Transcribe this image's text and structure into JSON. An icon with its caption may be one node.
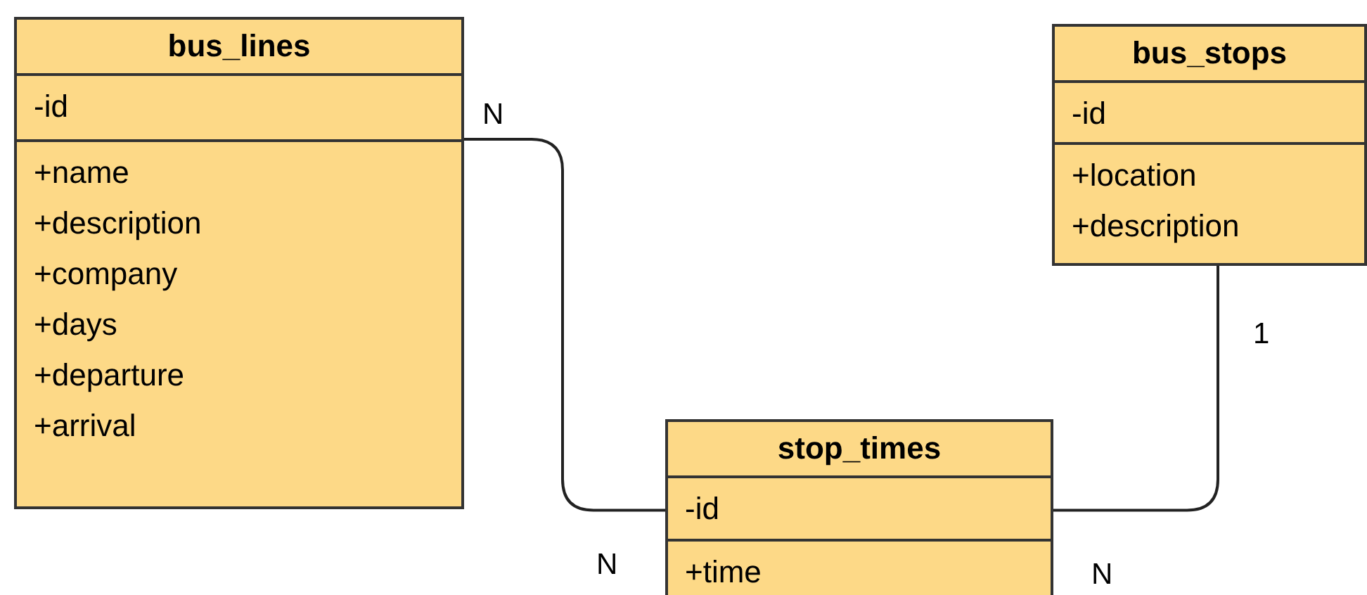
{
  "diagram": {
    "nodes": [
      {
        "text": [
          "bus_lines",
          "-id",
          "+name",
          "+description",
          "+company",
          "+days",
          "+departure",
          "+arrival"
        ]
      },
      {
        "text": [
          "bus_stops",
          "-id",
          "+location",
          "+description"
        ]
      },
      {
        "text": [
          "stop_times",
          "-id",
          "+time"
        ]
      }
    ],
    "edges": [
      {
        "from": 0,
        "to": 2,
        "arrow": "none"
      },
      {
        "from": 2,
        "to": 1,
        "arrow": "none"
      }
    ],
    "labels": [
      "N",
      "1",
      "N",
      "N"
    ]
  }
}
